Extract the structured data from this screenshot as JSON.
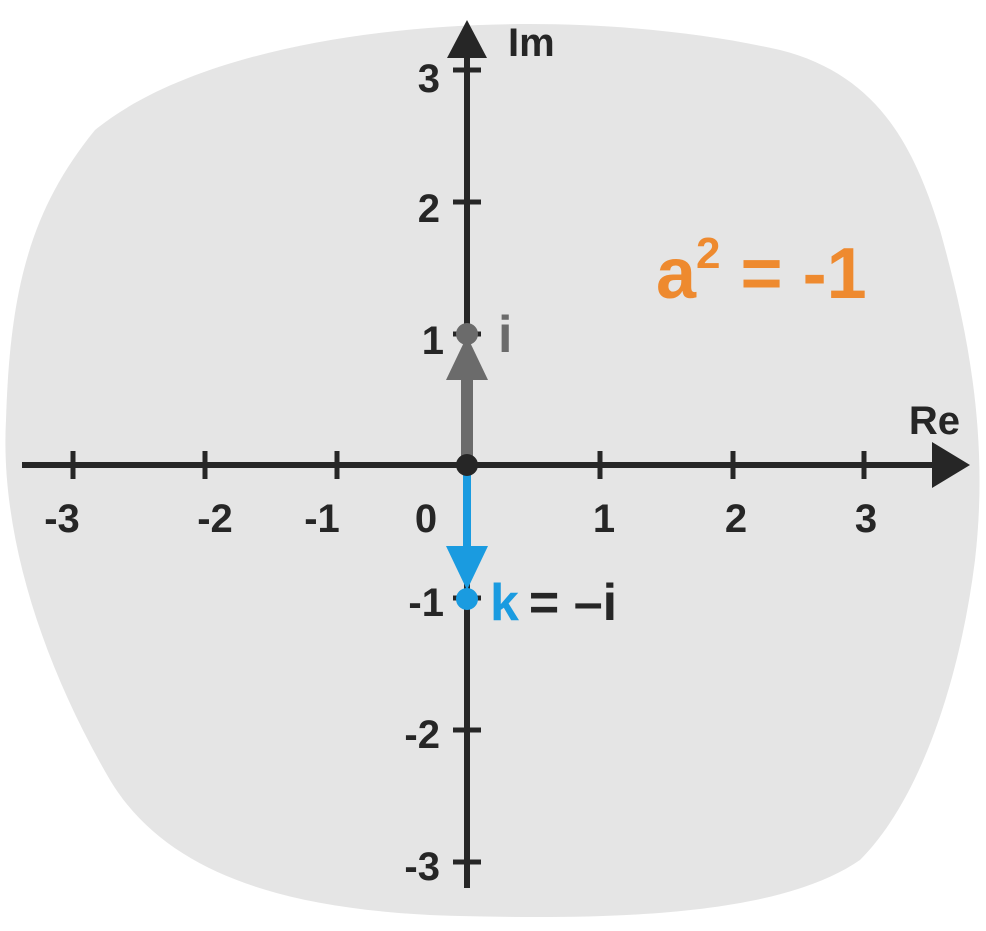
{
  "axes": {
    "real_label": "Re",
    "imag_label": "Im",
    "real_ticks": [
      "-3",
      "-2",
      "-1",
      "0",
      "1",
      "2",
      "3"
    ],
    "imag_ticks_positive": [
      "3",
      "2",
      "1"
    ],
    "imag_ticks_negative": [
      "-1",
      "-2",
      "-3"
    ]
  },
  "points": {
    "i": {
      "label": "i",
      "re": 0,
      "im": 1,
      "color": "#6b6b6b"
    },
    "k": {
      "label": "k",
      "equals": "= –i",
      "re": 0,
      "im": -1,
      "color": "#1a9be0"
    },
    "origin": {
      "re": 0,
      "im": 0,
      "color": "#262626"
    }
  },
  "equation": {
    "base": "a",
    "exponent": "2",
    "rest": " = -1",
    "color": "#ee8a2f"
  },
  "colors": {
    "background_blob": "#e5e5e5",
    "axis": "#262626"
  }
}
